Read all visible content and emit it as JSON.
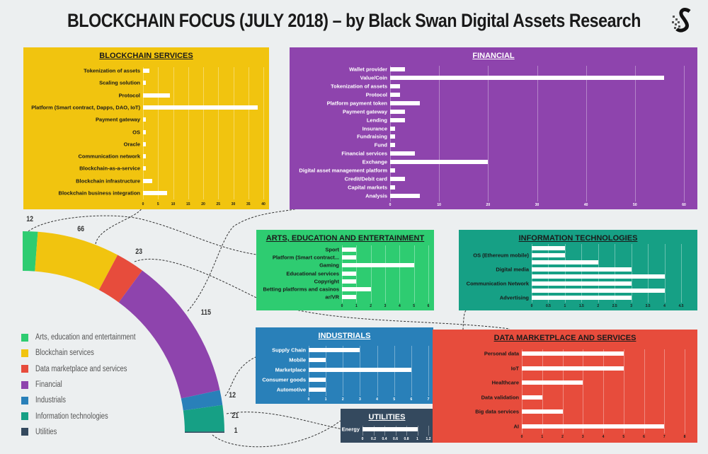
{
  "title": "BLOCKCHAIN FOCUS (JULY 2018) – by Black Swan Digital Assets Research",
  "logo_text": "S",
  "chart_data": [
    {
      "id": "overview",
      "type": "pie",
      "categories": [
        "Arts, education and entertainment",
        "Blockchain services",
        "Data marketplace and services",
        "Financial",
        "Industrials",
        "Information technologies",
        "Utilities"
      ],
      "values": [
        12,
        66,
        23,
        115,
        12,
        21,
        1
      ],
      "value_labels": [
        "12",
        "66",
        "23",
        "115",
        "12",
        "21",
        "1"
      ],
      "colors": [
        "#2ECC71",
        "#F1C40F",
        "#E74C3C",
        "#8E44AD",
        "#2980B9",
        "#16A085",
        "#34495E"
      ],
      "legend": "bottom-left"
    },
    {
      "id": "blockchain",
      "type": "bar",
      "title": "BLOCKCHAIN SERVICES",
      "color": "#F1C40F",
      "text_color": "#1a1a1a",
      "categories": [
        "Tokenization of assets",
        "Scaling solution",
        "Protocol",
        "Platform (Smart contract, Dapps, DAO, IoT)",
        "Payment gateway",
        "OS",
        "Oracle",
        "Communication network",
        "Blockchain-as-a-service",
        "Blockchain infrastructure",
        "Blockchain business integration"
      ],
      "values": [
        2,
        1,
        9,
        38,
        1,
        1,
        1,
        1,
        1,
        3,
        8
      ],
      "xlim": [
        0,
        40
      ],
      "ticks": [
        "0",
        "5",
        "10",
        "15",
        "20",
        "25",
        "30",
        "35",
        "40"
      ]
    },
    {
      "id": "financial",
      "type": "bar",
      "title": "FINANCIAL",
      "color": "#8E44AD",
      "text_color": "#ffffff",
      "categories": [
        "Wallet provider",
        "Value/Coin",
        "Tokenization of assets",
        "Protocol",
        "Platform payment token",
        "Payment gateway",
        "Lending",
        "Insurance",
        "Fundraising",
        "Fund",
        "Financial services",
        "Exchange",
        "Digital asset management platform",
        "Credit/Debit card",
        "Capital markets",
        "Analysis"
      ],
      "values": [
        3,
        56,
        2,
        2,
        6,
        3,
        3,
        1,
        1,
        1,
        5,
        20,
        1,
        3,
        1,
        6
      ],
      "xlim": [
        0,
        60
      ],
      "ticks": [
        "0",
        "10",
        "20",
        "30",
        "40",
        "50",
        "60"
      ]
    },
    {
      "id": "arts",
      "type": "bar",
      "title": "ARTS, EDUCATION AND ENTERTAINMENT",
      "color": "#2ECC71",
      "text_color": "#1a1a1a",
      "categories": [
        "Sport",
        "Platform (Smart contract...",
        "Gaming",
        "Educational services",
        "Copyright",
        "Betting platforms and casinos",
        "ar/VR"
      ],
      "values": [
        1,
        1,
        5,
        1,
        1,
        2,
        1
      ],
      "xlim": [
        0,
        6
      ],
      "ticks": [
        "0",
        "1",
        "2",
        "3",
        "4",
        "5",
        "6"
      ]
    },
    {
      "id": "it",
      "type": "bar",
      "title": "INFORMATION TECHNOLOGIES",
      "color": "#16A085",
      "text_color": "#1a1a1a",
      "categories": [
        "",
        "OS (Ethereum mobile)",
        "",
        "Digital media",
        "",
        "Communication Network",
        "",
        "Advertising"
      ],
      "values": [
        1,
        1,
        2,
        3,
        4,
        3,
        4,
        3
      ],
      "xlim": [
        0,
        4.5
      ],
      "ticks": [
        "0",
        "0.5",
        "1",
        "1.5",
        "2",
        "2.5",
        "3",
        "3.5",
        "4",
        "4.5"
      ]
    },
    {
      "id": "industrials",
      "type": "bar",
      "title": "INDUSTRIALS",
      "color": "#2980B9",
      "text_color": "#ffffff",
      "categories": [
        "Supply Chain",
        "Mobile",
        "Marketplace",
        "Consumer goods",
        "Automotive"
      ],
      "values": [
        3,
        1,
        6,
        1,
        1
      ],
      "xlim": [
        0,
        7
      ],
      "ticks": [
        "0",
        "1",
        "2",
        "3",
        "4",
        "5",
        "6",
        "7"
      ]
    },
    {
      "id": "utilities",
      "type": "bar",
      "title": "UTILITIES",
      "color": "#34495E",
      "text_color": "#ffffff",
      "categories": [
        "Energy"
      ],
      "values": [
        1
      ],
      "xlim": [
        0,
        1.2
      ],
      "ticks": [
        "0",
        "0.2",
        "0.4",
        "0.6",
        "0.8",
        "1",
        "1.2"
      ]
    },
    {
      "id": "data",
      "type": "bar",
      "title": "DATA MARKETPLACE AND SERVICES",
      "color": "#E74C3C",
      "text_color": "#1a1a1a",
      "categories": [
        "Personal data",
        "IoT",
        "Healthcare",
        "Data validation",
        "Big data services",
        "AI"
      ],
      "values": [
        5,
        5,
        3,
        1,
        2,
        7
      ],
      "xlim": [
        0,
        8
      ],
      "ticks": [
        "0",
        "1",
        "2",
        "3",
        "4",
        "5",
        "6",
        "7",
        "8"
      ]
    }
  ]
}
